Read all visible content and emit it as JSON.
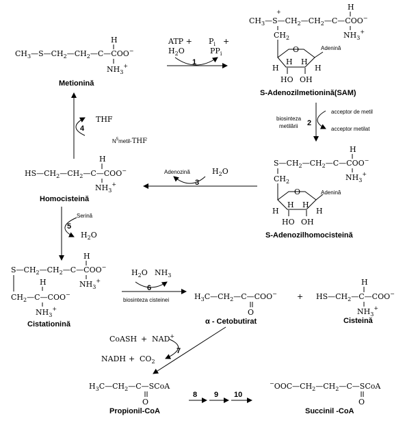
{
  "compounds": {
    "metionina": "Metionină",
    "sam": "S-Adenozilmetionină(SAM)",
    "sah": "S-Adenozilhomocisteină",
    "homocisteina": "Homocisteină",
    "cistationina": "Cistationină",
    "cetobutirat": "α - Cetobutirat",
    "cisteina": "Cisteină",
    "propionil": "Propionil-CoA",
    "succinil": "Succinil -CoA"
  },
  "steps": [
    "1",
    "2",
    "3",
    "4",
    "5",
    "6",
    "7",
    "8",
    "9",
    "10"
  ],
  "reagents": {
    "atp": "ATP +",
    "h2o_1": "H2O",
    "pi": "Pi",
    "plus_1": "+",
    "ppi": "PPi",
    "biosinteza_metilarii_1": "biosinteza",
    "biosinteza_metilarii_2": "metilării",
    "acceptor_metil": "acceptor de metil",
    "acceptor_metilat": "acceptor metilat",
    "adenozina": "Adenozină",
    "h2o_3": "H2O",
    "thf": "THF",
    "n5_metil_thf": "N5metil-THF",
    "serina": "Serină",
    "h2o_5": "H2O",
    "h2o_6": "H2O",
    "nh3": "NH3",
    "biosinteza_cisteinei": "biosinteza cisteinei",
    "coash": "CoASH",
    "nad_plus": "NAD+",
    "nadh": "NADH",
    "co2": "CO2",
    "plus_coa": "+",
    "plus_nad": "+",
    "plus_prod": "+"
  },
  "adenina": "Adenină"
}
